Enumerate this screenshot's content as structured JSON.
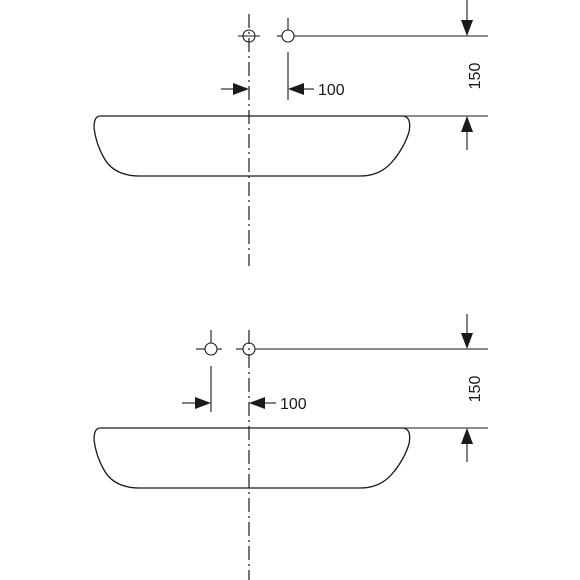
{
  "views": [
    {
      "id": "top-view",
      "offset_label": "100",
      "height_label": "150"
    },
    {
      "id": "bottom-view",
      "offset_label": "100",
      "height_label": "150"
    }
  ]
}
